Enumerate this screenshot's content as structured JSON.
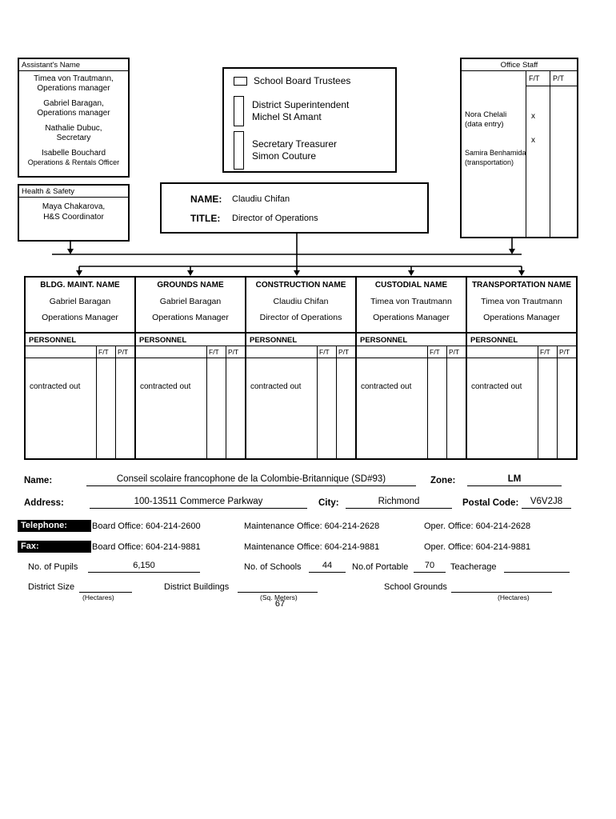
{
  "assistants": {
    "label": "Assistant's Name",
    "entries": [
      {
        "line1": "Timea von Trautmann,",
        "line2": "Operations manager"
      },
      {
        "line1": "Gabriel Baragan,",
        "line2": "Operations manager"
      },
      {
        "line1": "Nathalie Dubuc,",
        "line2": "Secretary"
      },
      {
        "line1": "Isabelle Bouchard",
        "line2": "Operations & Rentals Officer"
      }
    ]
  },
  "health_safety": {
    "label": "Health & Safety",
    "line1": "Maya Chakarova,",
    "line2": "H&S Coordinator"
  },
  "board": {
    "trustees_label": "School Board Trustees",
    "superintendent_label": "District Superintendent",
    "superintendent_name": "Michel St Amant",
    "treasurer_label": "Secretary Treasurer",
    "treasurer_name": "Simon Couture"
  },
  "director": {
    "name_label": "NAME:",
    "name_value": "Claudiu Chifan",
    "title_label": "TITLE:",
    "title_value": "Director of Operations"
  },
  "office_staff": {
    "label": "Office Staff",
    "ft_header": "F/T",
    "pt_header": "P/T",
    "rows": [
      {
        "line1": "Nora Chelali",
        "line2": "(data entry)",
        "ft": "x",
        "pt": ""
      },
      {
        "line1": "Samira Benhamida",
        "line2": "(transportation)",
        "ft": "x",
        "pt": ""
      }
    ]
  },
  "departments": [
    {
      "header": "BLDG. MAINT. NAME",
      "person": "Gabriel Baragan",
      "role": "Operations Manager",
      "personnel_label": "PERSONNEL",
      "ft_header": "F/T",
      "pt_header": "P/T",
      "body": "contracted out"
    },
    {
      "header": "GROUNDS NAME",
      "person": "Gabriel Baragan",
      "role": "Operations Manager",
      "personnel_label": "PERSONNEL",
      "ft_header": "F/T",
      "pt_header": "P/T",
      "body": "contracted out"
    },
    {
      "header": "CONSTRUCTION NAME",
      "person": "Claudiu Chifan",
      "role": "Director of Operations",
      "personnel_label": "PERSONNEL",
      "ft_header": "F/T",
      "pt_header": "P/T",
      "body": "contracted out"
    },
    {
      "header": "CUSTODIAL NAME",
      "person": "Timea von Trautmann",
      "role": "Operations Manager",
      "personnel_label": "PERSONNEL",
      "ft_header": "F/T",
      "pt_header": "P/T",
      "body": "contracted out"
    },
    {
      "header": "TRANSPORTATION NAME",
      "person": "Timea von Trautmann",
      "role": "Operations Manager",
      "personnel_label": "PERSONNEL",
      "ft_header": "F/T",
      "pt_header": "P/T",
      "body": "contracted out"
    }
  ],
  "details": {
    "name_label": "Name:",
    "name_value": "Conseil scolaire francophone de la Colombie-Britannique (SD#93)",
    "zone_label": "Zone:",
    "zone_value": "LM",
    "address_label": "Address:",
    "address_value": "100-13511 Commerce Parkway",
    "city_label": "City:",
    "city_value": "Richmond",
    "postal_label": "Postal Code:",
    "postal_value": "V6V2J8",
    "telephone_label": "Telephone:",
    "telephone_board": "Board Office: 604-214-2600",
    "telephone_maintenance": "Maintenance Office: 604-214-2628",
    "telephone_oper": "Oper. Office: 604-214-2628",
    "fax_label": "Fax:",
    "fax_board": "Board Office: 604-214-9881",
    "fax_maintenance": "Maintenance Office: 604-214-9881",
    "fax_oper": "Oper. Office: 604-214-9881",
    "pupils_label": "No. of Pupils",
    "pupils_value": "6,150",
    "schools_label": "No. of Schools",
    "schools_value": "44",
    "portable_label": "No.of Portable",
    "portable_value": "70",
    "teacherage_label": "Teacherage",
    "teacherage_value": "",
    "district_size_label": "District Size",
    "district_size_value": "",
    "district_size_unit": "(Hectares)",
    "district_buildings_label": "District Buildings",
    "district_buildings_value": "",
    "district_buildings_unit": "(Sq. Meters)",
    "school_grounds_label": "School Grounds",
    "school_grounds_value": "",
    "school_grounds_unit": "(Hectares)",
    "page_number": "67"
  }
}
